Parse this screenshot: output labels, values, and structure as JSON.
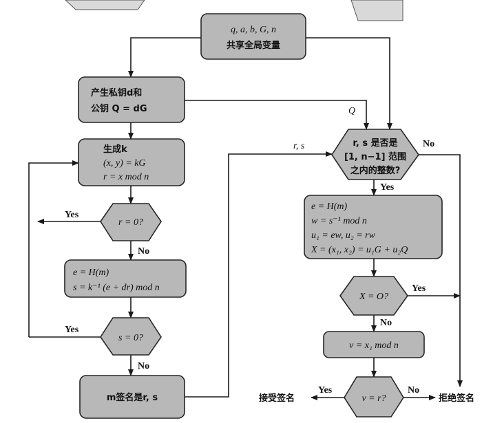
{
  "global": {
    "line1": "q, a, b, G, n",
    "line2": "共享全局变量"
  },
  "keygen": {
    "line1": "产生私钥d和",
    "line2": "公钥 Q = dG"
  },
  "sign": {
    "gen_k": {
      "line1": "生成k",
      "line2": "(x, y) = kG",
      "line3": "r = x mod n"
    },
    "check_r": "r = 0?",
    "compute_s": {
      "line1": "e = H(m)",
      "line2": "s = k⁻¹ (e + dr) mod n"
    },
    "check_s": "s = 0?",
    "signature": "m签名是r, s"
  },
  "verify": {
    "range_check": {
      "line1": "r, s 是否是",
      "line2": "[1, n−1] 范围",
      "line3": "之内的整数?"
    },
    "compute": {
      "line1": "e = H(m)",
      "line2": "w = s⁻¹ mod n",
      "line3": "u₁ = ew, u₂ = rw",
      "line4": "X = (x₁, x₂) = u₁G + u₂Q"
    },
    "check_x": "X = O?",
    "compute_v": "v = x₁ mod n",
    "check_v": "v = r?",
    "accept": "接受签名",
    "reject": "拒绝签名"
  },
  "labels": {
    "yes": "Yes",
    "no": "No",
    "q": "Q",
    "rs": "r, s"
  }
}
